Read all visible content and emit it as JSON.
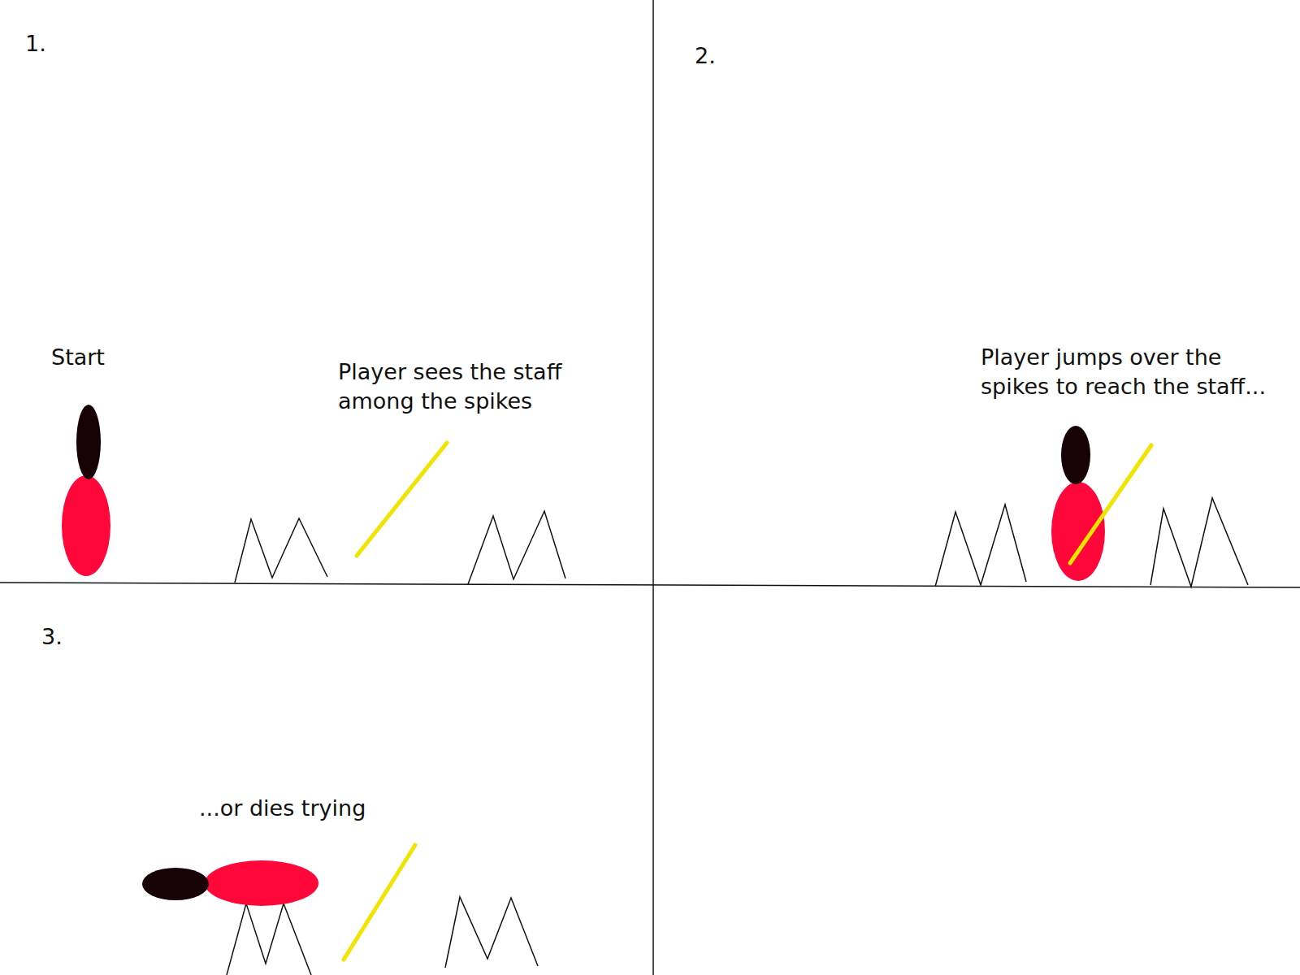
{
  "diagram": {
    "labels": [
      "1.",
      "Start",
      "Player sees the staff among the spikes",
      "2.",
      "Player jumps over the spikes to reach the staff...",
      "3.",
      "...or dies trying"
    ]
  }
}
